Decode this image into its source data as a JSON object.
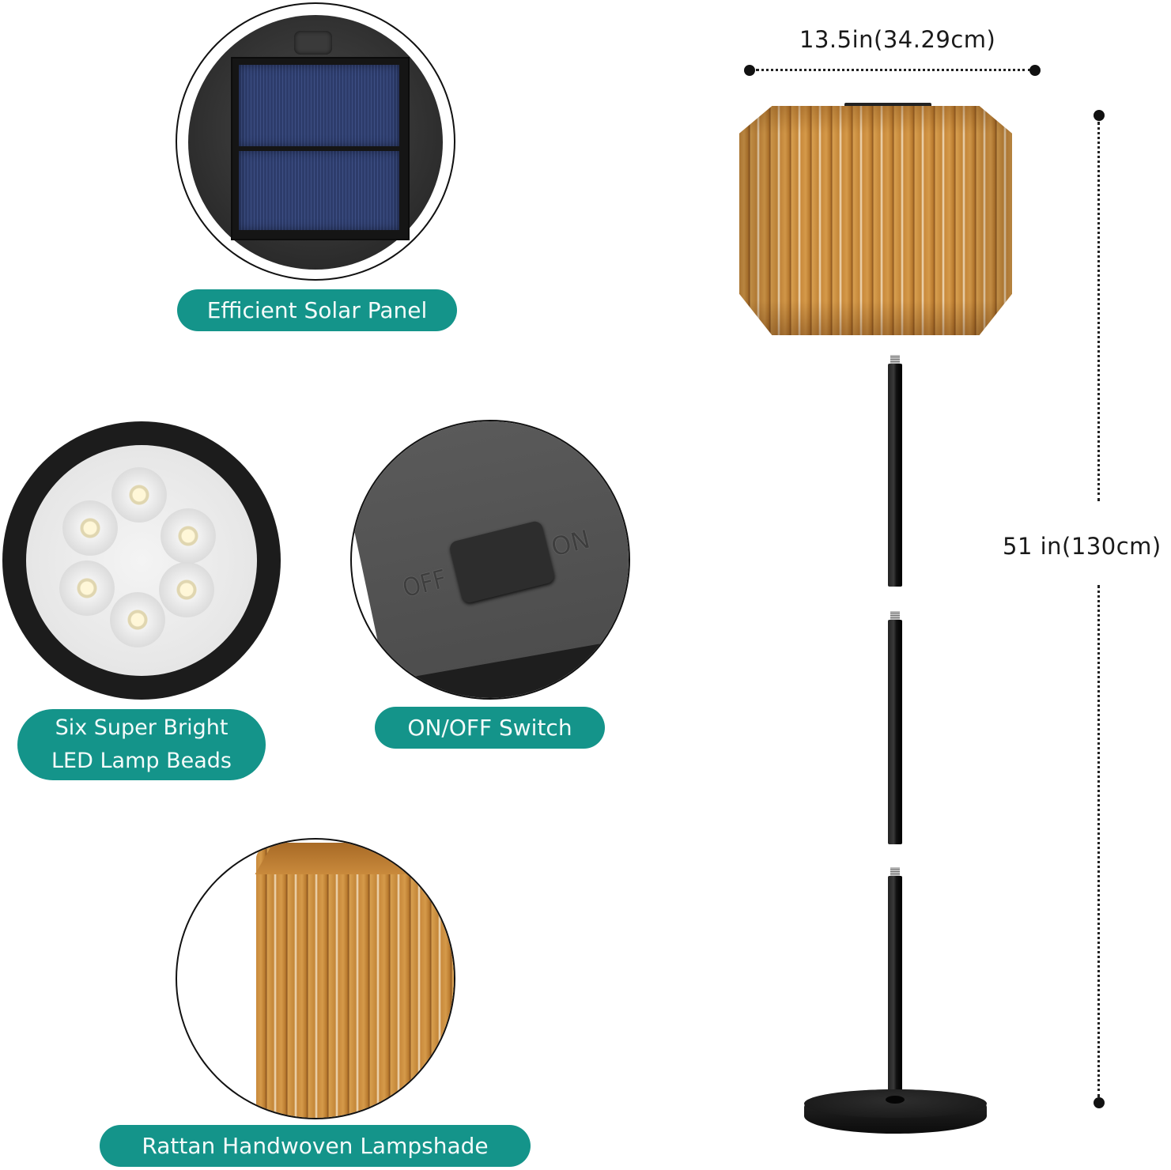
{
  "features": {
    "solar_panel": {
      "label": "Efficient Solar Panel",
      "icon": "solar-panel-closeup"
    },
    "led_beads": {
      "label_line1": "Six Super Bright",
      "label_line2": "LED Lamp Beads",
      "led_count": 6,
      "icon": "led-beads-closeup"
    },
    "switch": {
      "label": "ON/OFF Switch",
      "switch_off_text": "OFF",
      "switch_on_text": "ON",
      "icon": "switch-closeup"
    },
    "lampshade": {
      "label": "Rattan Handwoven Lampshade",
      "icon": "rattan-closeup"
    }
  },
  "dimensions": {
    "width_label": "13.5in(34.29cm)",
    "height_label": "51 in(130cm)"
  },
  "product": {
    "pole_segments": 3,
    "parts": [
      "rattan-lampshade",
      "pole-segment-1",
      "pole-segment-2",
      "pole-segment-3-with-base"
    ]
  },
  "colors": {
    "label_bg": "#14948a",
    "label_text": "#f4fbfa",
    "rattan": "#c98a3c",
    "pole": "#1a1a1a",
    "solar_cell": "#2f3f6e"
  }
}
